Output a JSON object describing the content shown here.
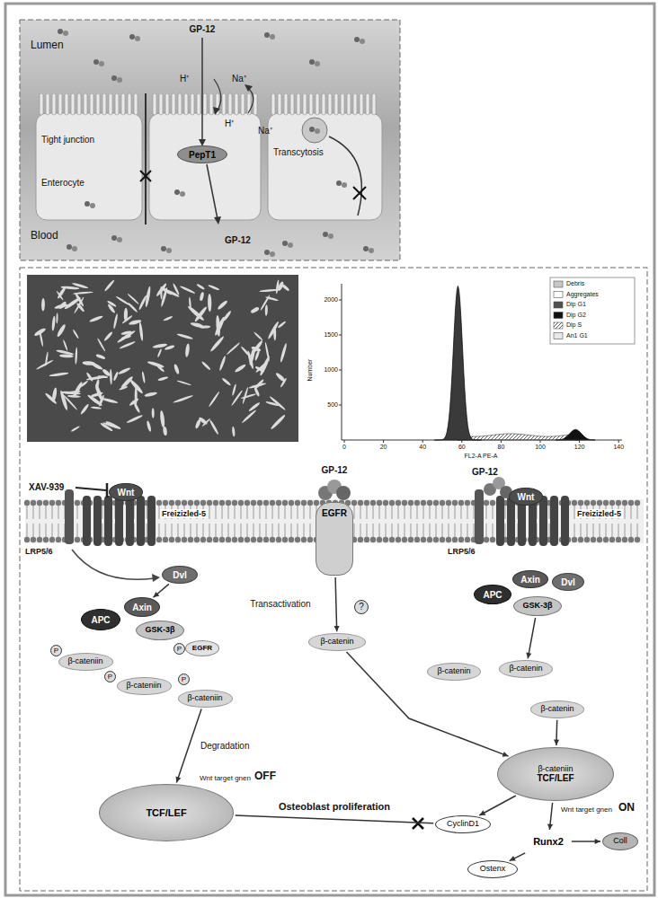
{
  "diagram": {
    "nodes": [
      {
        "text": [
          "PepT1"
        ]
      },
      {
        "text": [
          "Wnt"
        ]
      },
      {
        "text": [
          "Dvl"
        ]
      },
      {
        "text": [
          "APC"
        ]
      },
      {
        "text": [
          "Axin"
        ]
      },
      {
        "text": [
          "GSK-3β"
        ]
      },
      {
        "text": [
          "EGFR"
        ]
      },
      {
        "text": [
          "β-cateniin"
        ]
      },
      {
        "text": [
          "β-cateniin"
        ]
      },
      {
        "text": [
          "β-cateniin"
        ]
      },
      {
        "text": [
          "TCF/LEF"
        ]
      },
      {
        "text": [
          "EGFR"
        ]
      },
      {
        "text": [
          "β-catenin"
        ]
      },
      {
        "text": [
          "Wnt"
        ]
      },
      {
        "text": [
          "APC"
        ]
      },
      {
        "text": [
          "Axin"
        ]
      },
      {
        "text": [
          "Dvl"
        ]
      },
      {
        "text": [
          "GSK-3β"
        ]
      },
      {
        "text": [
          "β-catenin"
        ]
      },
      {
        "text": [
          "β-catenin"
        ]
      },
      {
        "text": [
          "β-catenin"
        ]
      },
      {
        "text": [
          "β-cateniin",
          "TCF/LEF"
        ]
      },
      {
        "text": [
          "CyclinD1"
        ]
      },
      {
        "text": [
          "Runx2"
        ]
      },
      {
        "text": [
          "Coll"
        ]
      },
      {
        "text": [
          "Ostenx"
        ]
      }
    ],
    "edges": [
      {
        "from": 2,
        "to": 4,
        "arrow": "to"
      },
      {
        "from": 9,
        "to": 10,
        "label": "Degradation",
        "arrow": "to"
      },
      {
        "from": 10,
        "to": 22,
        "label": "Osteoblast proliferation",
        "arrow": "none"
      },
      {
        "from": 11,
        "to": 12,
        "label": "Transactivation",
        "arrow": "to"
      },
      {
        "from": 12,
        "to": 21,
        "arrow": "to"
      },
      {
        "from": 17,
        "to": 19,
        "arrow": "to"
      },
      {
        "from": 20,
        "to": 21,
        "arrow": "to"
      },
      {
        "from": 21,
        "to": 22,
        "arrow": "to"
      },
      {
        "from": 21,
        "to": 23,
        "arrow": "to"
      },
      {
        "from": 23,
        "to": 24,
        "arrow": "to"
      },
      {
        "from": 23,
        "to": 25,
        "arrow": "to"
      }
    ],
    "labels": [
      "Lumen",
      "GP-12",
      "H⁺",
      "Na⁺",
      "H⁺",
      "Na⁺",
      "Tight junction",
      "Transcytosis",
      "Enterocyte",
      "Blood",
      "GP-12",
      "2000",
      "1500",
      "1000",
      "500",
      "Number",
      "0",
      "20",
      "40",
      "60",
      "80",
      "100",
      "120",
      "140",
      "FL2-A PE-A",
      "XAV-939",
      "Freizizled-5",
      "LRP5/6",
      "P",
      "P",
      "P",
      "P",
      "Wnt target gnen",
      "OFF",
      "GP-12",
      "?",
      "GP-12",
      "Freizizled-5",
      "LRP5/6",
      "Wnt target gnen",
      "ON"
    ],
    "legend": [
      {
        "text": "Debris",
        "color": "#c8c8c8"
      },
      {
        "text": "Aggregates",
        "color": "#ffffff"
      },
      {
        "text": "Dip G1",
        "color": "#505050"
      },
      {
        "text": "Dip G2",
        "color": "#111111"
      },
      {
        "text": "Dip S"
      },
      {
        "text": "An1 G1",
        "color": "#e8e8e8"
      }
    ]
  }
}
